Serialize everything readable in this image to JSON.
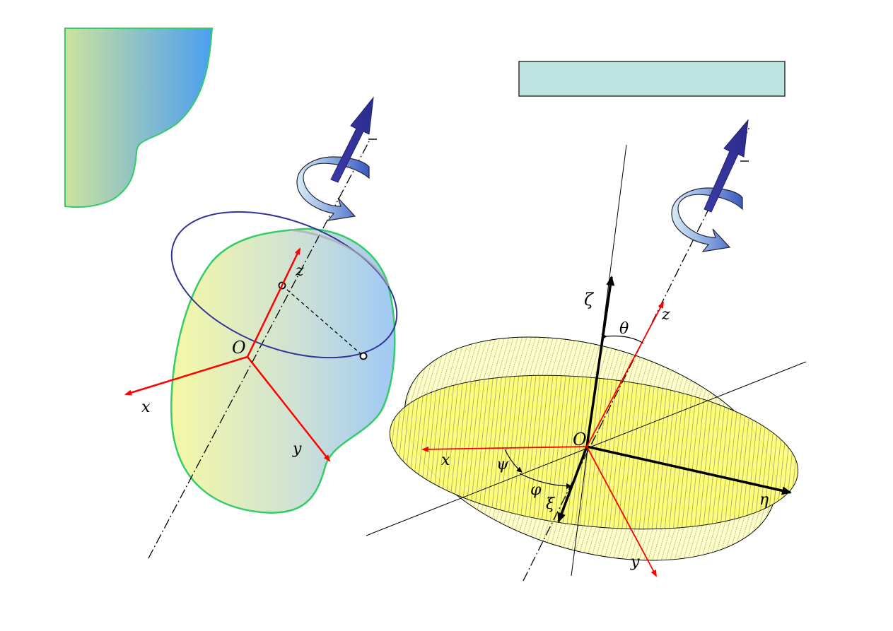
{
  "labels": {
    "left_z": "z",
    "left_x": "x",
    "left_y": "y",
    "left_O": "O",
    "right_zeta": "ζ",
    "right_theta": "θ",
    "right_z": "z",
    "right_O": "O",
    "right_x": "x",
    "right_psi": "ψ",
    "right_phi": "φ",
    "right_xi": "ξ",
    "right_eta": "η",
    "right_y": "y"
  },
  "colors": {
    "body_outline": "#33cc66",
    "gradient_start": "#f3f7a0",
    "gradient_end": "#9ec8f4",
    "corner_gradient_start": "#cfe3a0",
    "corner_gradient_end": "#4a9ef0",
    "orbit_circle": "#333399",
    "axis_red": "#ff0000",
    "omega_arrow": "#2a2a9a",
    "rotation_arrow": "#5f7fd0",
    "title_box": "#bde3e0",
    "plane_fill": "#ffff66"
  },
  "icons": {
    "left_rotation": "curved-rotation-arrow-icon",
    "right_rotation": "curved-rotation-arrow-icon"
  }
}
